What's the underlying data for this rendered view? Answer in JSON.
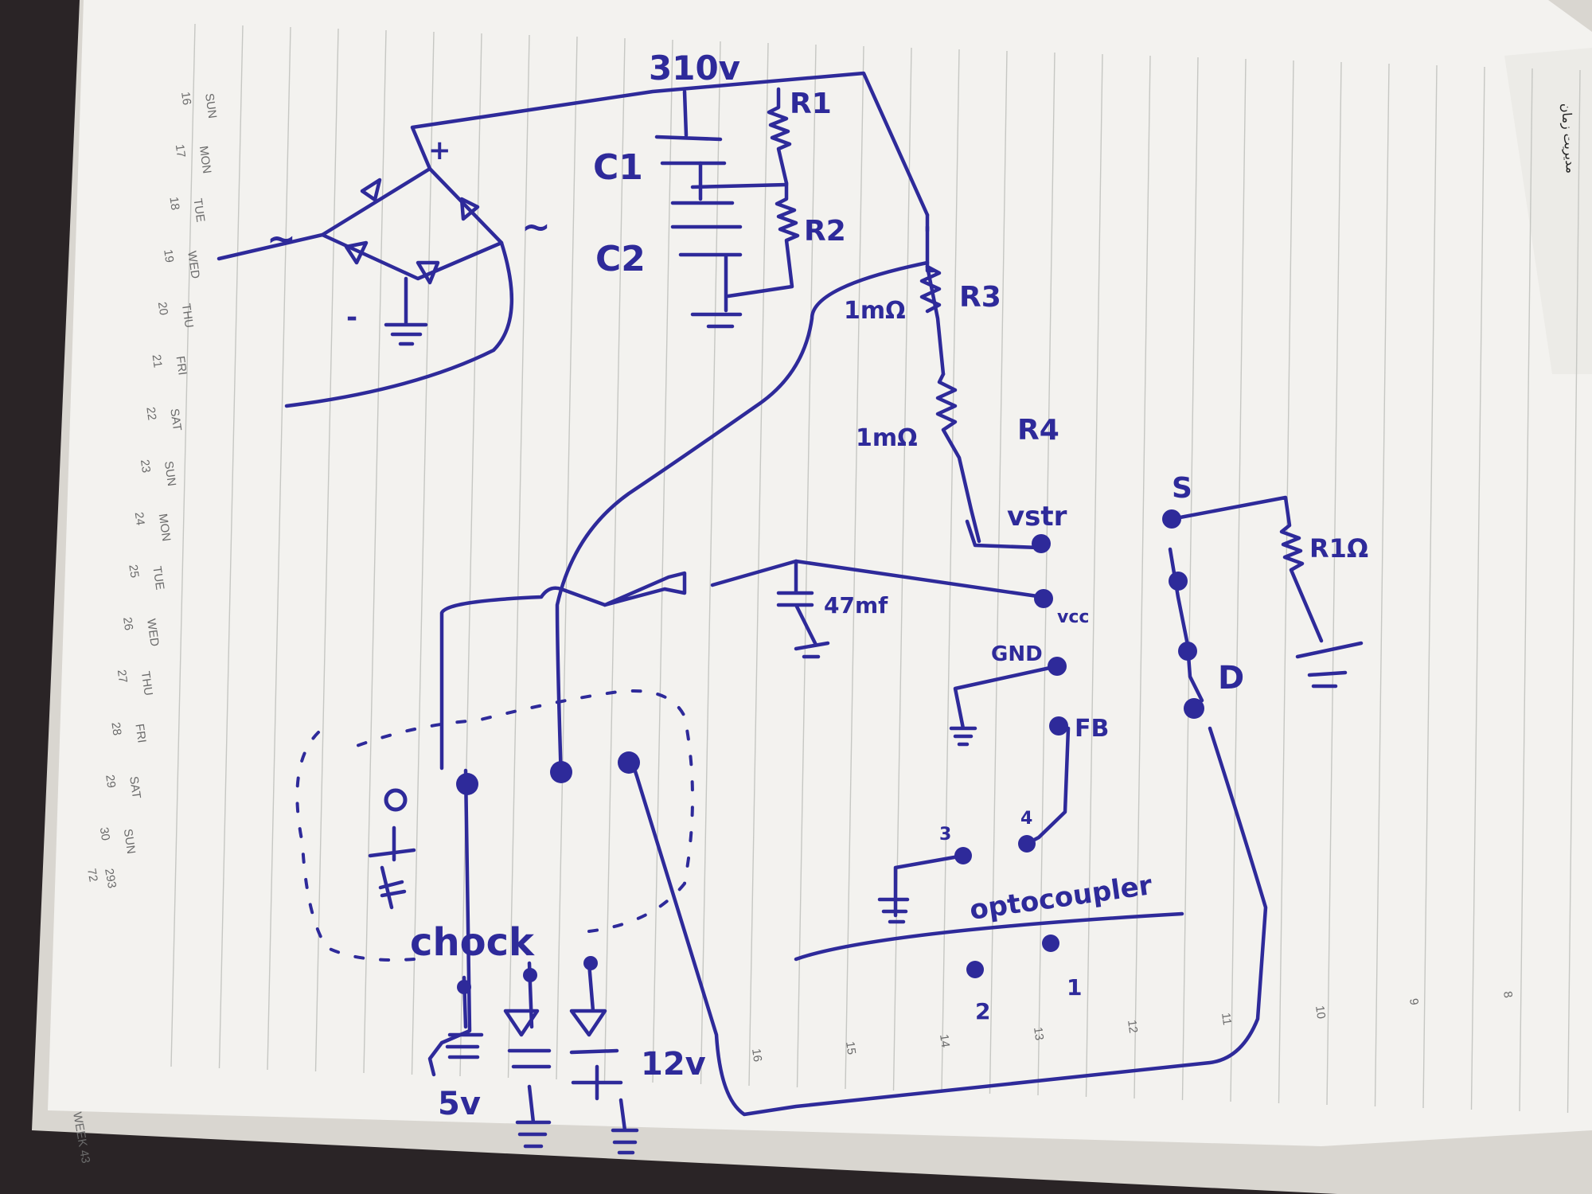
{
  "calendar": {
    "days": [
      {
        "d": "SUN",
        "n": "16"
      },
      {
        "d": "MON",
        "n": "17"
      },
      {
        "d": "TUE",
        "n": "18"
      },
      {
        "d": "WED",
        "n": "19"
      },
      {
        "d": "THU",
        "n": "20"
      },
      {
        "d": "FRI",
        "n": "21"
      },
      {
        "d": "SAT",
        "n": "22"
      },
      {
        "d": "SUN",
        "n": "23"
      },
      {
        "d": "MON",
        "n": "24"
      },
      {
        "d": "TUE",
        "n": "25"
      },
      {
        "d": "WED",
        "n": "26"
      },
      {
        "d": "THU",
        "n": "27"
      },
      {
        "d": "FRI",
        "n": "28"
      },
      {
        "d": "SAT",
        "n": "29"
      },
      {
        "d": "SUN",
        "n": "30"
      }
    ],
    "day_counter_top": "293",
    "day_counter_bottom": "72",
    "week": "WEEK 43",
    "hours": [
      "16",
      "15",
      "14",
      "13",
      "12",
      "11",
      "10",
      "9",
      "8"
    ]
  },
  "schematic": {
    "vdc": "310v",
    "c1": "C1",
    "c2": "C2",
    "r1": "R1",
    "r2": "R2",
    "r3": "R3",
    "r4": "R4",
    "r3_value": "1mΩ",
    "r4_value": "1mΩ",
    "plus": "+",
    "minus": "-",
    "ac_left": "~",
    "ac_right": "~",
    "vstr": "vstr",
    "vcc": "vcc",
    "gnd": "GND",
    "fb": "FB",
    "s": "S",
    "d": "D",
    "r_sense": "R1Ω",
    "cap_vcc": "47mf",
    "choke": "chock",
    "out_5v": "5v",
    "out_12v": "12v",
    "opto": "optocoupler",
    "opto_pins": [
      "3",
      "4",
      "2",
      "1"
    ]
  },
  "colors": {
    "ink": "#2e2a9a",
    "paper": "#f2f1ee",
    "rule": "#c9cac6",
    "background": "#2a2426"
  }
}
